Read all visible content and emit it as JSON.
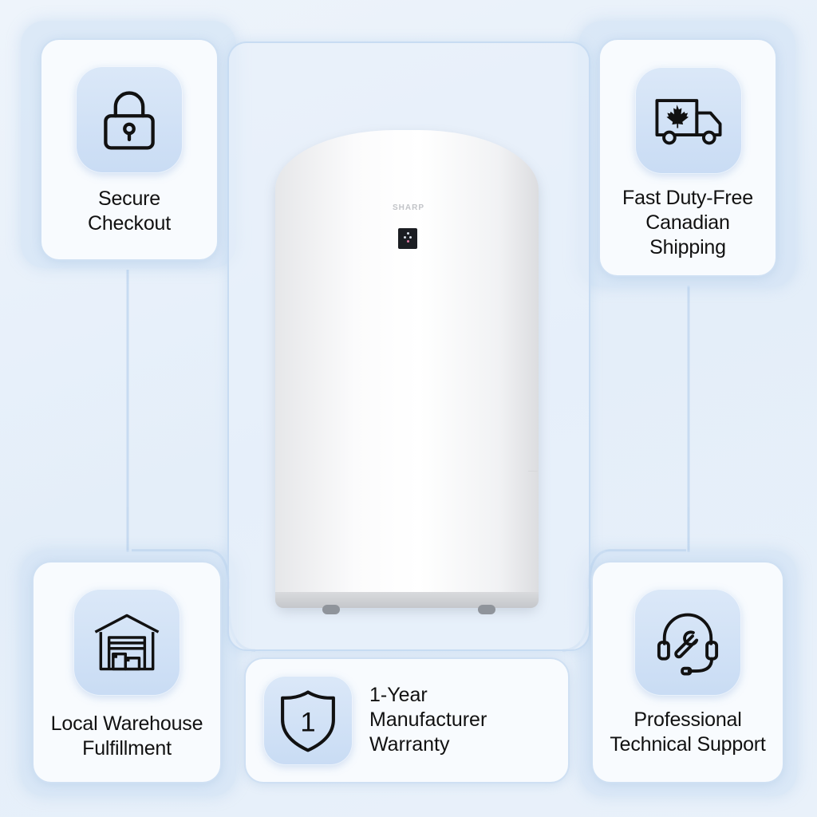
{
  "colors": {
    "background": "#e8f0fa",
    "card": "#f8fbfe",
    "card_border": "#cfe0f3",
    "icon_tile": "#d4e4f7",
    "icon_stroke": "#111111",
    "text": "#111111"
  },
  "product": {
    "brand": "SHARP",
    "image": "white-air-purifier"
  },
  "features": {
    "secure": {
      "icon": "lock-icon",
      "lines": [
        "Secure",
        "Checkout"
      ]
    },
    "shipping": {
      "icon": "truck-maple-leaf-icon",
      "lines": [
        "Fast Duty-Free",
        "Canadian",
        "Shipping"
      ]
    },
    "warehouse": {
      "icon": "warehouse-icon",
      "lines": [
        "Local Warehouse",
        "Fulfillment"
      ]
    },
    "warranty": {
      "icon": "shield-one-icon",
      "badge": "1",
      "lines": [
        "1-Year",
        "Manufacturer",
        "Warranty"
      ]
    },
    "support": {
      "icon": "headset-wrench-icon",
      "lines": [
        "Professional",
        "Technical Support"
      ]
    }
  }
}
